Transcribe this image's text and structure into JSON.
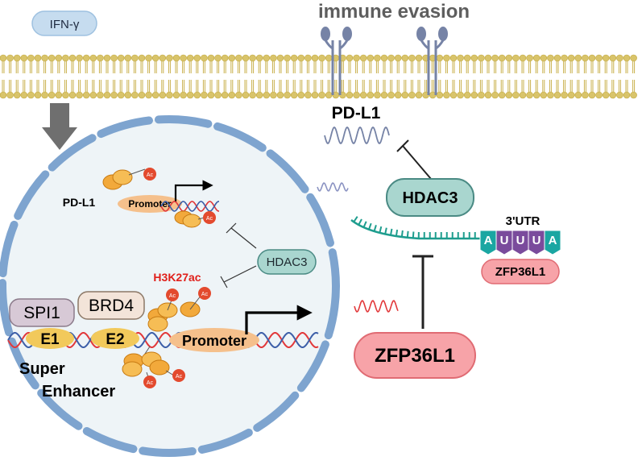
{
  "labels": {
    "ifn": "IFN-γ",
    "immune_evasion": "immune evasion",
    "pdl1_membrane": "PD-L1",
    "pdl1_nucleus": "PD-L1",
    "promoter_small": "Promoter",
    "ac": "Ac",
    "hdac3_nucleus": "HDAC3",
    "h3k27ac": "H3K27ac",
    "spi1": "SPI1",
    "brd4": "BRD4",
    "e1": "E1",
    "e2": "E2",
    "promoter_large": "Promoter",
    "super": "Super",
    "enhancer": "Enhancer",
    "hdac3_cyto": "HDAC3",
    "utr": "3'UTR",
    "utr_bases": [
      "A",
      "U",
      "U",
      "U",
      "A"
    ],
    "zfp_small": "ZFP36L1",
    "zfp_large": "ZFP36L1"
  },
  "colors": {
    "membrane_head": "#d9c46a",
    "nucleus_fill": "#eef4f7",
    "nucleus_border": "#7ea4cf",
    "hdac3_fill": "#a9d6cf",
    "hdac3_stroke": "#4a8a84",
    "zfp_fill": "#f7a3a8",
    "zfp_stroke": "#e06b73",
    "spi1_fill": "#d7c9d6",
    "brd4_fill": "#f3e4d9",
    "enhancer_fill": "#f2c95b",
    "promoter_fill": "#f5c08c",
    "ac_fill": "#e34a2e",
    "h3k27ac_text": "#e0201b",
    "receptor": "#7683a6",
    "mrna": "#1e9d8e",
    "utr_teal": "#1aa6a2",
    "utr_purple": "#7a4b9c",
    "dna_red": "#e2383a",
    "dna_blue": "#3d5fa8",
    "arrow_grey": "#6f6f6f"
  }
}
